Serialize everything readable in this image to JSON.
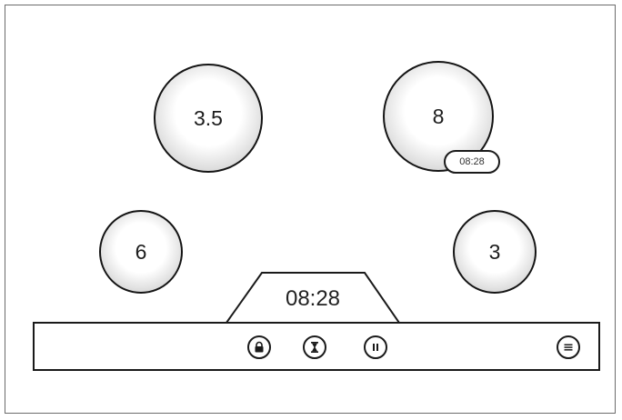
{
  "burners": [
    {
      "id": "front-left",
      "level": "3.5"
    },
    {
      "id": "front-right",
      "level": "8",
      "timer": "08:28"
    },
    {
      "id": "rear-left",
      "level": "6"
    },
    {
      "id": "rear-right",
      "level": "3"
    }
  ],
  "main_timer": {
    "value": "08:28"
  },
  "toolbar": {
    "icons": [
      "lock-icon",
      "hourglass-icon",
      "pause-icon",
      "menu-icon"
    ]
  }
}
